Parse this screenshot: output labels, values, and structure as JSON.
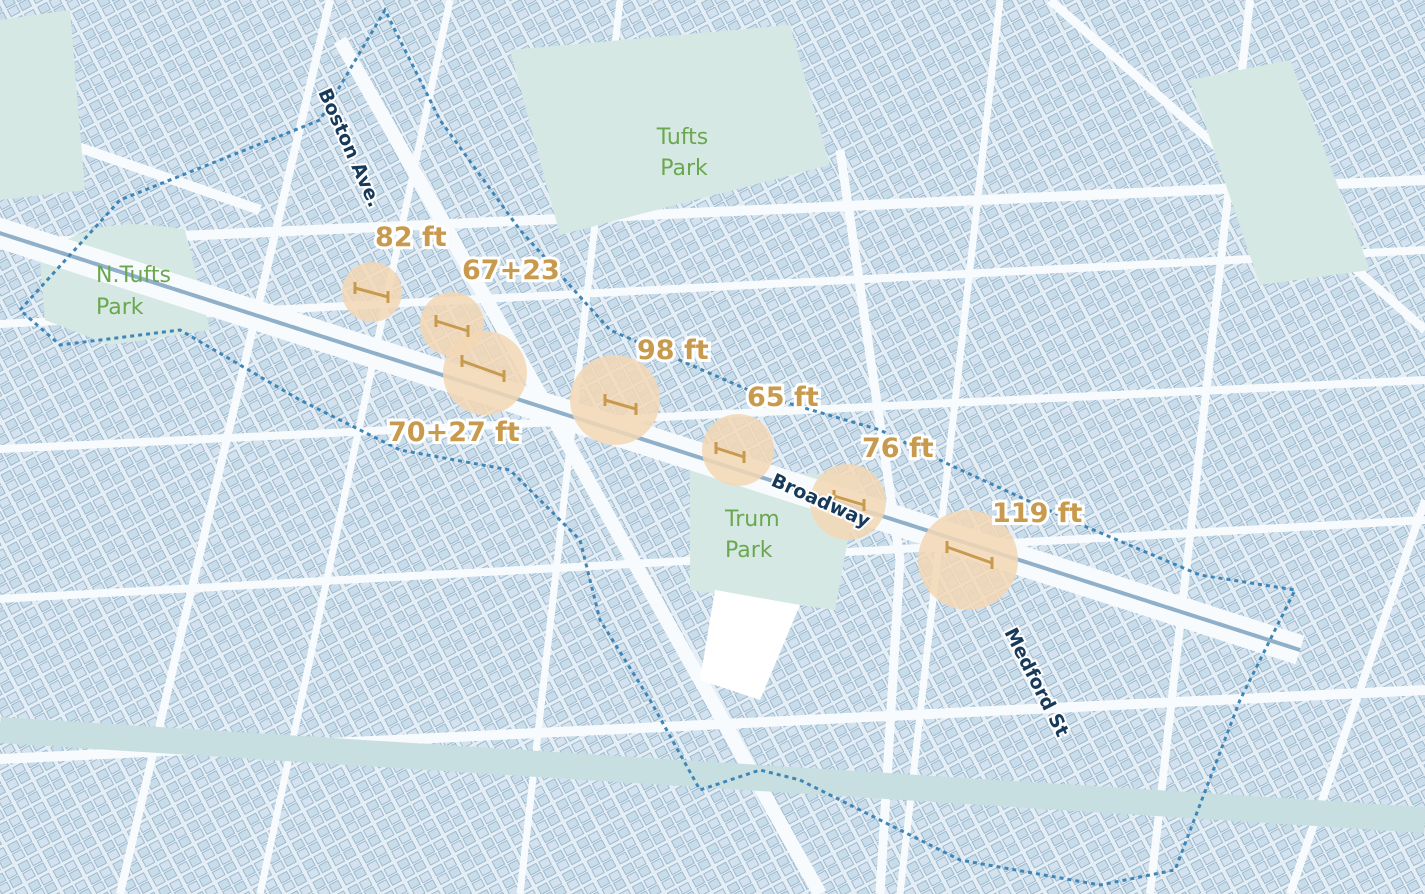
{
  "map": {
    "parks": [
      {
        "id": "tufts-park",
        "lines": [
          "Tufts",
          "Park"
        ]
      },
      {
        "id": "n-tufts-park",
        "lines": [
          "N.Tufts",
          "Park"
        ]
      },
      {
        "id": "trum-park",
        "lines": [
          "Trum",
          "Park"
        ]
      }
    ],
    "streets": [
      {
        "id": "boston-ave",
        "label": "Boston Ave."
      },
      {
        "id": "broadway",
        "label": "Broadway"
      },
      {
        "id": "medford-st",
        "label": "Medford St"
      }
    ],
    "crossings": [
      {
        "id": "crossing-82",
        "label": "82 ft"
      },
      {
        "id": "crossing-67-23",
        "label": "67+23"
      },
      {
        "id": "crossing-70-27",
        "label": "70+27 ft"
      },
      {
        "id": "crossing-98",
        "label": "98 ft"
      },
      {
        "id": "crossing-65",
        "label": "65 ft"
      },
      {
        "id": "crossing-76",
        "label": "76 ft"
      },
      {
        "id": "crossing-119",
        "label": "119 ft"
      }
    ],
    "colors": {
      "background": "#f4f8fb",
      "block_fill": "#c9dcea",
      "block_stroke": "#8fb0c8",
      "park_fill": "#d6e8e3",
      "park_text": "#6aa84f",
      "street_text": "#173a5a",
      "boundary": "#3f86b8",
      "highlight": "#f3d7b4",
      "measure": "#c89a4e"
    }
  }
}
